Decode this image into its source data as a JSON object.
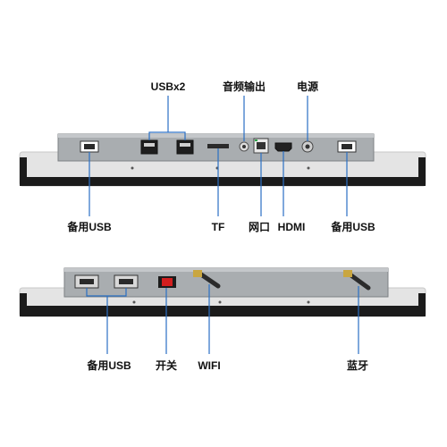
{
  "colors": {
    "callout": "#2a6fc4",
    "panel_steel": "#a9adb0",
    "bezel": "#1b1b1b",
    "rim": "#e2e2e2",
    "switch_red": "#d21f1f"
  },
  "top_unit": {
    "labels_above": {
      "usbx2": "USBx2",
      "audio_out": "音频输出",
      "power": "电源"
    },
    "labels_below": {
      "spare_usb_left": "备用USB",
      "tf": "TF",
      "lan": "网口",
      "hdmi": "HDMI",
      "spare_usb_right": "备用USB"
    }
  },
  "bottom_unit": {
    "labels_below": {
      "spare_usb": "备用USB",
      "switch": "开关",
      "wifi": "WIFI",
      "bluetooth": "蓝牙"
    }
  }
}
